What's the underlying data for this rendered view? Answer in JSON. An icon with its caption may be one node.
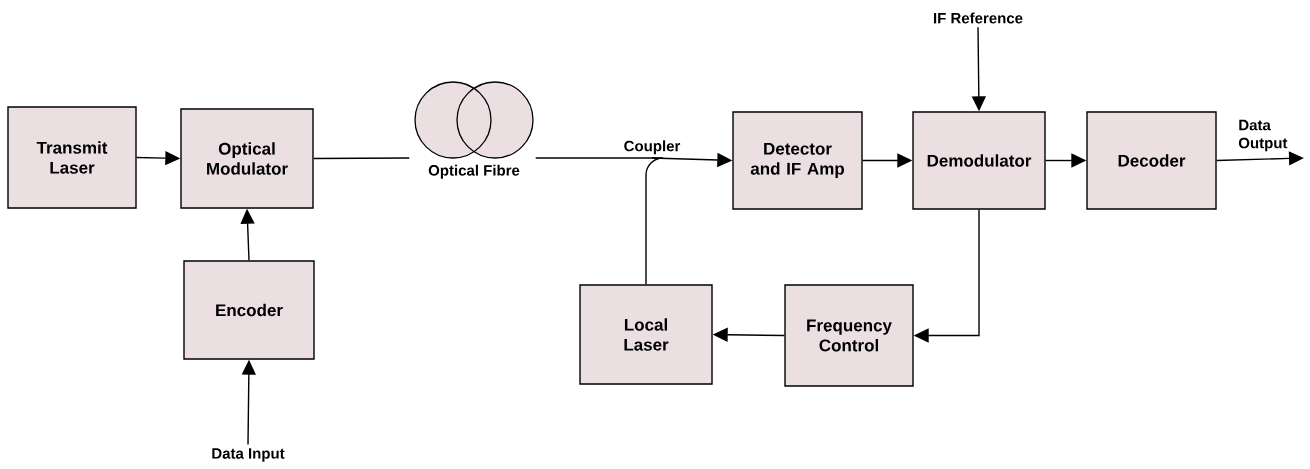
{
  "diagram": {
    "nodes": [
      {
        "text": [
          "Transmit Laser"
        ]
      },
      {
        "text": [
          "Optical Modulator"
        ]
      },
      {
        "text": [
          "Optical Fibre"
        ]
      },
      {
        "text": [
          "Coupler"
        ]
      },
      {
        "text": [
          "IF Reference"
        ]
      },
      {
        "text": [
          "Detector and IF Amp"
        ]
      },
      {
        "text": [
          "Demodulator"
        ]
      },
      {
        "text": [
          "Decoder"
        ]
      },
      {
        "text": [
          "Encoder"
        ]
      },
      {
        "text": [
          "Local Laser"
        ]
      },
      {
        "text": [
          "Frequency Control"
        ]
      },
      {
        "text": [
          "Data Input"
        ]
      },
      {
        "text": [
          "Data Output"
        ]
      }
    ],
    "edges": [
      {
        "from": 0,
        "to": 1,
        "arrow": "to"
      },
      {
        "from": 8,
        "to": 1,
        "arrow": "to"
      },
      {
        "from": 11,
        "to": 8,
        "arrow": "to"
      },
      {
        "from": 1,
        "to": 2,
        "arrow": "none"
      },
      {
        "from": 2,
        "to": 3,
        "arrow": "none"
      },
      {
        "from": 3,
        "to": 5,
        "arrow": "to"
      },
      {
        "from": 9,
        "to": 3,
        "arrow": "none"
      },
      {
        "from": 4,
        "to": 6,
        "arrow": "to"
      },
      {
        "from": 5,
        "to": 6,
        "arrow": "to"
      },
      {
        "from": 6,
        "to": 7,
        "arrow": "to"
      },
      {
        "from": 7,
        "to": 12,
        "arrow": "to"
      },
      {
        "from": 6,
        "to": 10,
        "arrow": "to"
      },
      {
        "from": 10,
        "to": 9,
        "arrow": "to"
      }
    ]
  }
}
